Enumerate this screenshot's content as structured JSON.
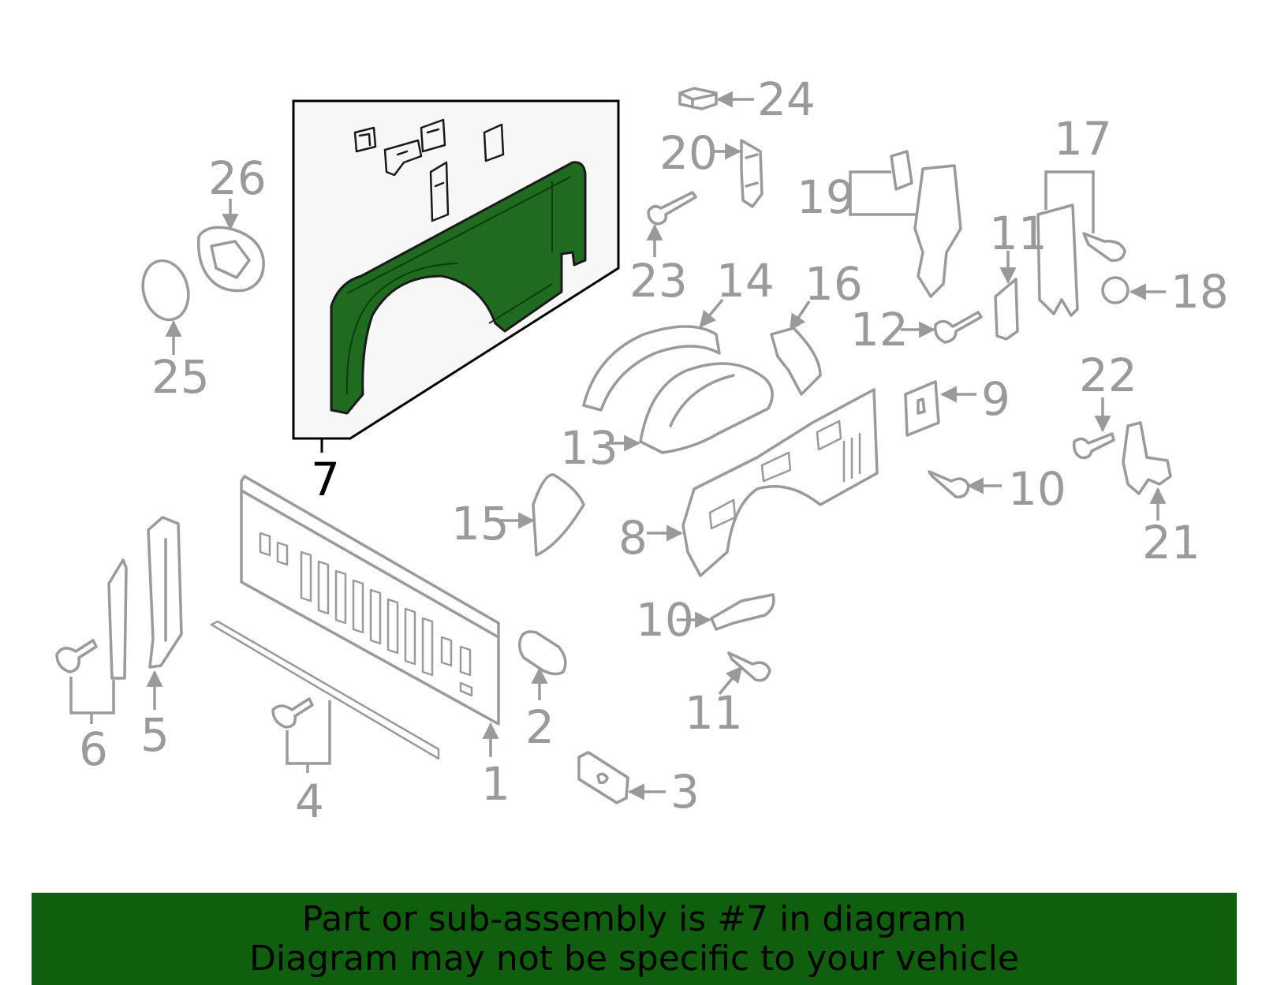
{
  "callouts": {
    "c1": "1",
    "c2": "2",
    "c3": "3",
    "c4": "4",
    "c5": "5",
    "c6": "6",
    "c7": "7",
    "c8": "8",
    "c9": "9",
    "c10a": "10",
    "c10b": "10",
    "c11a": "11",
    "c11b": "11",
    "c12": "12",
    "c13": "13",
    "c14": "14",
    "c15": "15",
    "c16": "16",
    "c17": "17",
    "c18": "18",
    "c19": "19",
    "c20": "20",
    "c21": "21",
    "c22": "22",
    "c23": "23",
    "c24": "24",
    "c25": "25",
    "c26": "26"
  },
  "highlight_color": "#1f6b1f",
  "banner": {
    "line1": "Part or sub-assembly is #7 in diagram",
    "line2": "Diagram may not be specific to your vehicle",
    "background": "#0f5f0f"
  }
}
